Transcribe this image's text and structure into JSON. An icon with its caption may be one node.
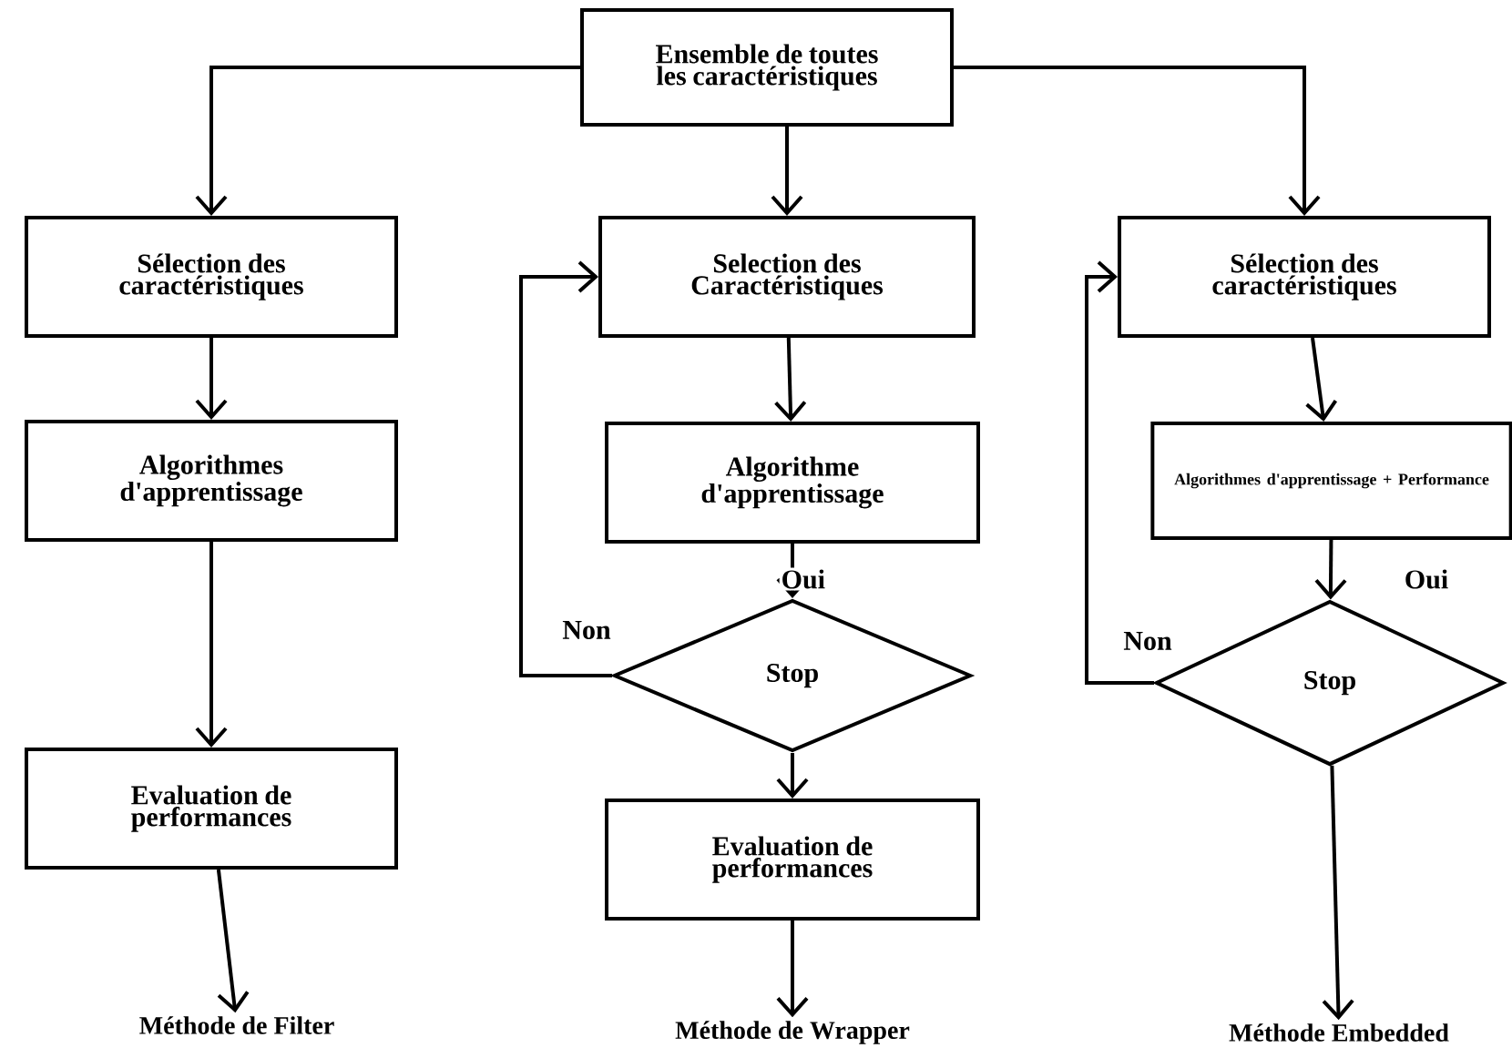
{
  "diagram": {
    "nodes": [
      {
        "text": [
          "Ensemble de toutes les caractéristiques"
        ]
      },
      {
        "text": [
          "Sélection des caractéristiques"
        ]
      },
      {
        "text": [
          "Algorithmes d'apprentissage"
        ]
      },
      {
        "text": [
          "Evaluation de performances"
        ]
      },
      {
        "text": [
          "Méthode de Filter"
        ]
      },
      {
        "text": [
          "Selection des Caractéristiques"
        ]
      },
      {
        "text": [
          "Algorithme d'apprentissage"
        ]
      },
      {
        "text": [
          "Stop"
        ]
      },
      {
        "text": [
          "Evaluation de performances"
        ]
      },
      {
        "text": [
          "Méthode de Wrapper"
        ]
      },
      {
        "text": [
          "Sélection des caractéristiques"
        ]
      },
      {
        "text": [
          "Algorithmes d'apprentissage + Performance"
        ]
      },
      {
        "text": [
          "Stop"
        ]
      },
      {
        "text": [
          "Méthode Embedded"
        ]
      }
    ],
    "edges": [
      {
        "from": 0,
        "to": 1,
        "arrow": "to"
      },
      {
        "from": 0,
        "to": 5,
        "arrow": "to"
      },
      {
        "from": 0,
        "to": 10,
        "arrow": "to"
      },
      {
        "from": 1,
        "to": 2,
        "arrow": "to"
      },
      {
        "from": 2,
        "to": 3,
        "arrow": "to"
      },
      {
        "from": 3,
        "to": 4,
        "arrow": "to"
      },
      {
        "from": 5,
        "to": 6,
        "arrow": "to"
      },
      {
        "from": 6,
        "to": 7,
        "arrow": "to",
        "label": "Oui"
      },
      {
        "from": 7,
        "to": 5,
        "arrow": "to",
        "label": "Non"
      },
      {
        "from": 7,
        "to": 8,
        "arrow": "to"
      },
      {
        "from": 8,
        "to": 9,
        "arrow": "to"
      },
      {
        "from": 10,
        "to": 11,
        "arrow": "to"
      },
      {
        "from": 11,
        "to": 12,
        "arrow": "to",
        "label": "Oui"
      },
      {
        "from": 12,
        "to": 10,
        "arrow": "to",
        "label": "Non"
      },
      {
        "from": 12,
        "to": 13,
        "arrow": "to"
      }
    ]
  }
}
